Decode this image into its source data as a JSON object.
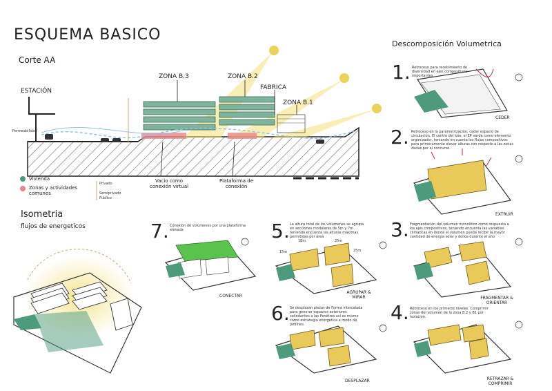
{
  "title": "ESQUEMA BASICO",
  "corte": {
    "heading": "Corte AA",
    "estacion": "ESTACIÓN",
    "permeabilidad": "Permeabilidad",
    "zona_b3": "ZONA B.3",
    "zona_b2": "ZONA B.2",
    "fabrica": "FABRICA",
    "zona_b1": "ZONA B.1",
    "vacio": "Vacio como conexión virtual",
    "plataforma": "Plataforma de conexión",
    "legend": {
      "vivienda": "Vivienda",
      "zonas": "Zonas y actividades comunes",
      "privado": "Privado",
      "semiprivado": "Semiprivado",
      "publico": "Publico"
    },
    "colors": {
      "vivienda": "#4e9a7c",
      "zonas": "#e8868a",
      "sun": "#e9d35a",
      "flow": "#8fc3e6"
    }
  },
  "isometria": {
    "heading": "Isometria",
    "subheading": "flujos de energeticos"
  },
  "descomposicion": {
    "heading": "Descomposición Volumetrica",
    "steps": [
      {
        "n": "1.",
        "text": "Retroceso para recebimiento de diversidad en ejes compositivos importantes",
        "tag": "CEDER"
      },
      {
        "n": "2.",
        "text": "Retroceso en la parametrización, ceder espacio de circulación. El centro del lote, el EP verde como elemento organizador, teniendo en cuenta los flujos compositivos para primeramente elevar alturas con respecto a las zonas dadas por el concurso.",
        "tag": "EXTRUIR"
      },
      {
        "n": "3.",
        "text": "Fragmentación del volumen monolítico como respuesta a los ejes compositivos, teniendo encuenta las variables climaticas en donde el volumen pueda recibir la mayor cantidad de energia solar y dolica durante el año",
        "tag": "FRAGMENTAR & ORIENTAR"
      },
      {
        "n": "4.",
        "text": "Retroceso en los primeros niveles. Comprimir zonas del volumen de la zona B.2 y B1 por isolación.",
        "tag": "RETRAZAR & COMPRIMIR"
      },
      {
        "n": "5.",
        "text": "La altura total de los volumenes se agrupa en secciones modulares de 5m y 7m teniendo encuenta las alturas maximas permitidas por área",
        "tag": "AGRUPAR & MIRAR"
      },
      {
        "n": "6.",
        "text": "Se desplazan piezas de Forma intercalada para generar espacios exteriores colindantes a las Fenêtres así es mismo como estrategia energetica a modo de jardines.",
        "tag": "DESPLAZAR"
      },
      {
        "n": "7.",
        "text": "Conexión de volumenes por una plataforma elevada",
        "tag": "CONECTAR"
      }
    ],
    "heights": [
      "18m",
      "25m",
      "15m",
      "25m"
    ]
  }
}
